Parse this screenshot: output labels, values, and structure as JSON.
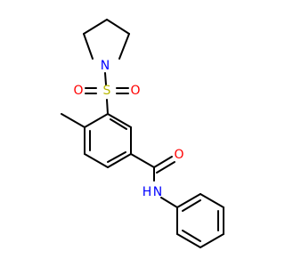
{
  "molecule": {
    "atoms": [
      {
        "id": "N_pyrrolidine",
        "label": "N",
        "color": "#0000ff"
      },
      {
        "id": "S_sulfonyl",
        "label": "S",
        "color": "#b8b800"
      },
      {
        "id": "O_sulfonyl_left",
        "label": "O",
        "color": "#ff0000"
      },
      {
        "id": "O_sulfonyl_right",
        "label": "O",
        "color": "#ff0000"
      },
      {
        "id": "O_carbonyl",
        "label": "O",
        "color": "#ff0000"
      },
      {
        "id": "N_amide",
        "label": "N",
        "color": "#0000ff"
      },
      {
        "id": "H_amide",
        "label": "H",
        "color": "#0000ff"
      }
    ],
    "bond_color": "#000000"
  }
}
